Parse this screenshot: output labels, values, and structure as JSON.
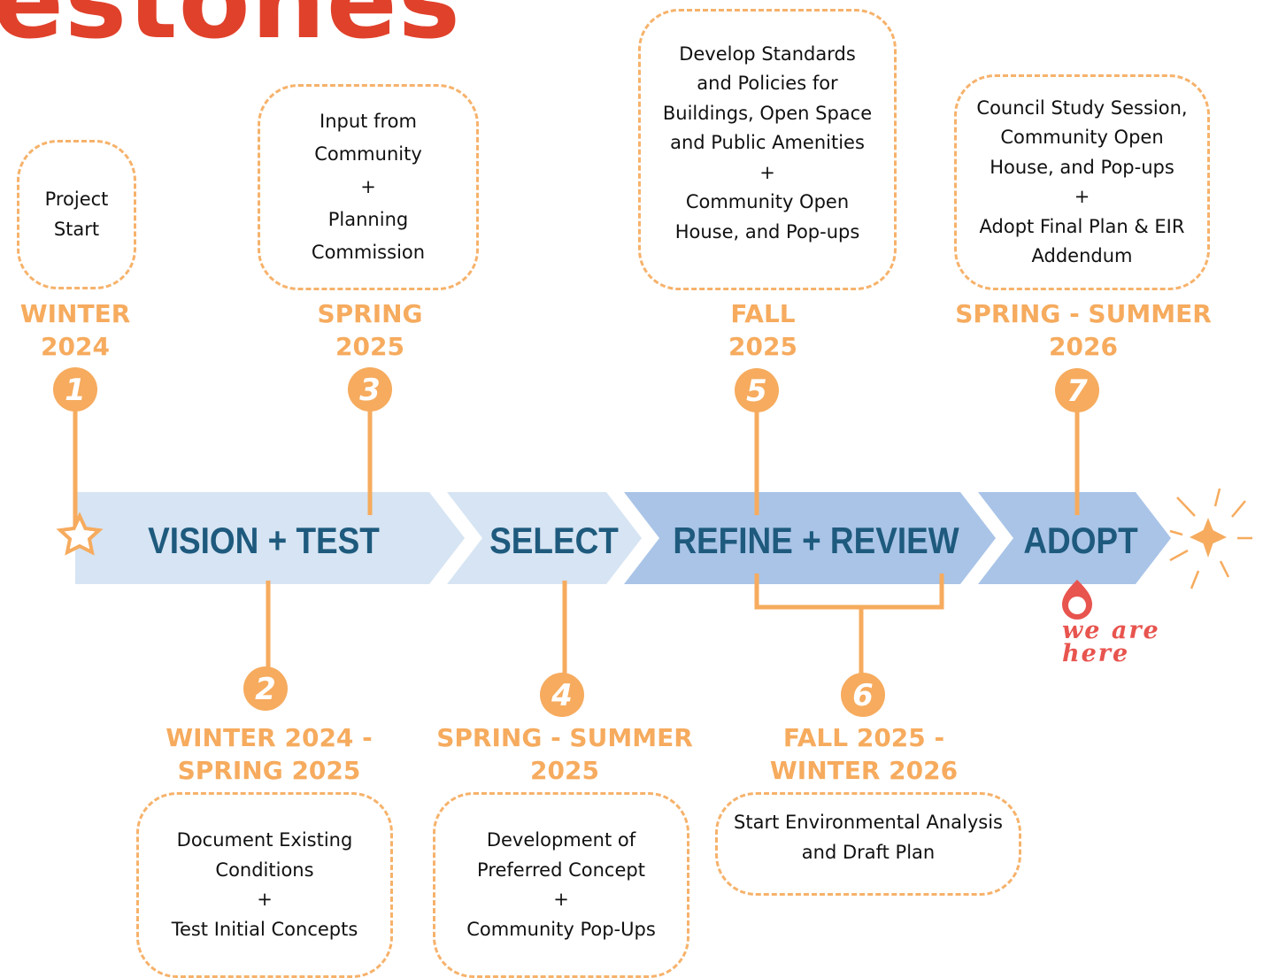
{
  "title": "estones",
  "phases": [
    {
      "label": "VISION + TEST",
      "color": "#d6e4f3"
    },
    {
      "label": "SELECT",
      "color": "#d6e4f3"
    },
    {
      "label": "REFINE + REVIEW",
      "color": "#a9c4e7"
    },
    {
      "label": "ADOPT",
      "color": "#a9c4e7"
    }
  ],
  "phase_text_color": "#1e5a7d",
  "accent_color": "#f6ab5e",
  "milestones": [
    {
      "number": "1",
      "date": "WINTER\n2024",
      "text": "Project\nStart"
    },
    {
      "number": "2",
      "date": "WINTER 2024 -\nSPRING 2025",
      "text": "Document Existing\nConditions\n+\nTest Initial Concepts"
    },
    {
      "number": "3",
      "date": "SPRING\n2025",
      "text": "Input from\nCommunity\n+\nPlanning\nCommission"
    },
    {
      "number": "4",
      "date": "SPRING - SUMMER\n2025",
      "text": "Development of\nPreferred Concept\n+\nCommunity Pop-Ups"
    },
    {
      "number": "5",
      "date": "FALL\n2025",
      "text": "Develop Standards\nand Policies for\nBuildings, Open Space\nand Public Amenities\n+\nCommunity Open\nHouse, and Pop-ups"
    },
    {
      "number": "6",
      "date": "FALL 2025 -\nWINTER 2026",
      "text": "Start Environmental Analysis\nand Draft Plan"
    },
    {
      "number": "7",
      "date": "SPRING - SUMMER\n2026",
      "text": "Council Study Session,\nCommunity Open\nHouse, and Pop-ups\n+\nAdopt Final Plan & EIR\nAddendum"
    }
  ],
  "marker": {
    "text": "we are\nhere",
    "icon": "location-pin-icon",
    "color": "#e8544e"
  }
}
